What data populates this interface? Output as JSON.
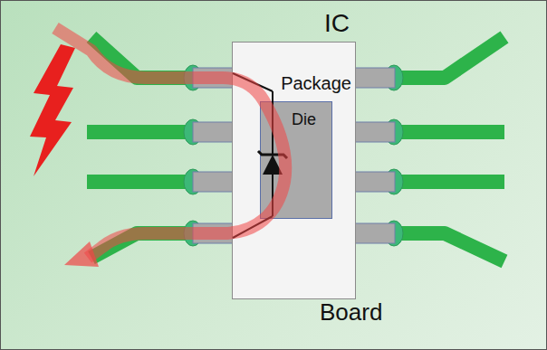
{
  "diagram": {
    "nodes": [
      {
        "text": [
          "Board"
        ]
      },
      {
        "text": [
          "IC",
          "Package"
        ],
        "in": 0
      },
      {
        "text": [
          "Die"
        ],
        "in": 1
      }
    ]
  }
}
